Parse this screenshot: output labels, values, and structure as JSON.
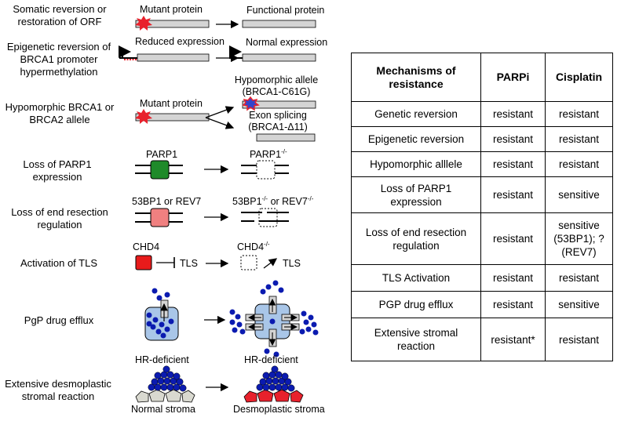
{
  "mechanisms": {
    "somatic": "Somatic reversion or restoration of ORF",
    "epigenetic": "Epigenetic reversion of BRCA1 promoter hypermethylation",
    "hypomorphic": "Hypomorphic BRCA1 or BRCA2 allele",
    "loss_parp1": "Loss of PARP1 expression",
    "loss_end": "Loss of end resection regulation",
    "tls": "Activation of TLS",
    "pgp": "PgP drug efflux",
    "stromal": "Extensive desmoplastic stromal reaction"
  },
  "labels": {
    "mutant_protein": "Mutant protein",
    "functional_protein": "Functional protein",
    "reduced_expression": "Reduced expression",
    "normal_expression": "Normal expression",
    "mutant_protein_2": "Mutant protein",
    "hypomorphic_allele": "Hypomorphic allele",
    "hypomorphic_allele_sub": "(BRCA1-C61G)",
    "exon_splicing": "Exon splicing",
    "exon_splicing_sub": "(BRCA1-Δ11)",
    "parp1": "PARP1",
    "parp1_ko": "PARP1",
    "parp1_ko_sup": "-/-",
    "bp53_rev7": "53BP1 or REV7",
    "bp53_ko_a": "53BP1",
    "bp53_ko_b": " or REV7",
    "ko_sup": "-/-",
    "chd4": "CHD4",
    "chd4_ko": "CHD4",
    "chd4_ko_sup": "-/-",
    "tls": "TLS",
    "tls_2": "TLS",
    "hr_deficient": "HR-deficient",
    "hr_deficient_2": "HR-deficient",
    "normal_stroma": "Normal stroma",
    "desmoplastic_stroma": "Desmoplastic stroma"
  },
  "table": {
    "headers": [
      "Mechanisms of resistance",
      "PARPi",
      "Cisplatin"
    ],
    "rows": [
      [
        "Genetic reversion",
        "resistant",
        "resistant"
      ],
      [
        "Epigenetic reversion",
        "resistant",
        "resistant"
      ],
      [
        "Hypomorphic alllele",
        "resistant",
        "resistant"
      ],
      [
        "Loss of PARP1 expression",
        "resistant",
        "sensitive"
      ],
      [
        "Loss of end resection regulation",
        "resistant",
        "sensitive (53BP1); ?  (REV7)"
      ],
      [
        "TLS Activation",
        "resistant",
        "resistant"
      ],
      [
        "PGP drug efflux",
        "resistant",
        "sensitive"
      ],
      [
        "Extensive stromal reaction",
        "resistant*",
        "resistant"
      ]
    ]
  },
  "colors": {
    "bar": "#d4d4d4",
    "star_red": "#e8212c",
    "star_blue": "#3344cc",
    "parp1_green": "#1f8a2a",
    "bp53_red": "#f08080",
    "chd4_red": "#e81b1b",
    "pgp_blue": "#a9c6e8",
    "dots": "#0b1bb0",
    "stroma_gray": "#d9d9d0",
    "stroma_red": "#e8212c"
  }
}
